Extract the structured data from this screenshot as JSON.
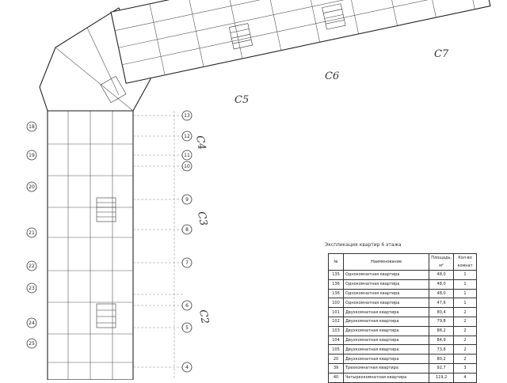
{
  "section_labels": [
    "C4",
    "C3",
    "C2",
    "C5",
    "C6",
    "C7"
  ],
  "axes_right": [
    "13",
    "12",
    "11",
    "10",
    "9",
    "8",
    "7",
    "6",
    "5",
    "4"
  ],
  "axes_left": [
    "18",
    "19",
    "20",
    "21",
    "22",
    "23",
    "24",
    "25"
  ],
  "table": {
    "caption": "Экспликация квартир 6 этажа",
    "headers": [
      "№",
      "Наименование",
      "Площадь, м²",
      "Кол-во комнат"
    ],
    "rows": [
      [
        "135",
        "Однокомнатная квартира",
        "48,0",
        "1"
      ],
      [
        "136",
        "Однокомнатная квартира",
        "48,0",
        "1"
      ],
      [
        "136",
        "Однокомнатная квартира",
        "48,0",
        "1"
      ],
      [
        "100",
        "Однокомнатная квартира",
        "47,6",
        "1"
      ],
      [
        "101",
        "Двухкомнатная квартира",
        "80,4",
        "2"
      ],
      [
        "102",
        "Двухкомнатная квартира",
        "79,8",
        "2"
      ],
      [
        "103",
        "Двухкомнатная квартира",
        "88,2",
        "2"
      ],
      [
        "104",
        "Двухкомнатная квартира",
        "84,9",
        "2"
      ],
      [
        "105",
        "Двухкомнатная квартира",
        "73,6",
        "2"
      ],
      [
        "20",
        "Двухкомнатная квартира",
        "80,2",
        "2"
      ],
      [
        "39",
        "Трехкомнатная квартира",
        "92,7",
        "3"
      ],
      [
        "40",
        "Четырехкомнатная квартира",
        "119,2",
        "4"
      ]
    ]
  }
}
